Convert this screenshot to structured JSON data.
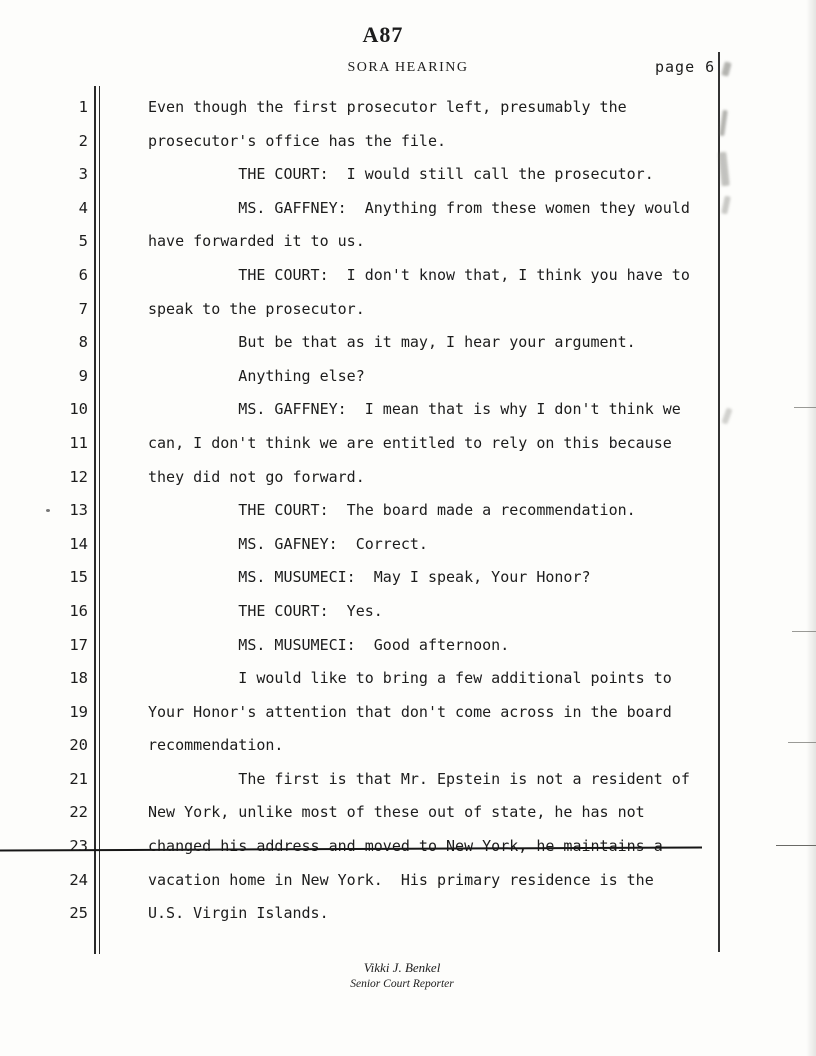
{
  "header": {
    "exhibit_label": "A87",
    "title": "SORA HEARING",
    "page_label": "page 6"
  },
  "transcript": {
    "lines": [
      {
        "num": "1",
        "text": "Even though the first prosecutor left, presumably the"
      },
      {
        "num": "2",
        "text": "prosecutor's office has the file."
      },
      {
        "num": "3",
        "text": "          THE COURT:  I would still call the prosecutor."
      },
      {
        "num": "4",
        "text": "          MS. GAFFNEY:  Anything from these women they would"
      },
      {
        "num": "5",
        "text": "have forwarded it to us."
      },
      {
        "num": "6",
        "text": "          THE COURT:  I don't know that, I think you have to"
      },
      {
        "num": "7",
        "text": "speak to the prosecutor."
      },
      {
        "num": "8",
        "text": "          But be that as it may, I hear your argument."
      },
      {
        "num": "9",
        "text": "          Anything else?"
      },
      {
        "num": "10",
        "text": "          MS. GAFFNEY:  I mean that is why I don't think we"
      },
      {
        "num": "11",
        "text": "can, I don't think we are entitled to rely on this because"
      },
      {
        "num": "12",
        "text": "they did not go forward."
      },
      {
        "num": "13",
        "text": "          THE COURT:  The board made a recommendation."
      },
      {
        "num": "14",
        "text": "          MS. GAFNEY:  Correct."
      },
      {
        "num": "15",
        "text": "          MS. MUSUMECI:  May I speak, Your Honor?"
      },
      {
        "num": "16",
        "text": "          THE COURT:  Yes."
      },
      {
        "num": "17",
        "text": "          MS. MUSUMECI:  Good afternoon."
      },
      {
        "num": "18",
        "text": "          I would like to bring a few additional points to"
      },
      {
        "num": "19",
        "text": "Your Honor's attention that don't come across in the board"
      },
      {
        "num": "20",
        "text": "recommendation."
      },
      {
        "num": "21",
        "text": "          The first is that Mr. Epstein is not a resident of"
      },
      {
        "num": "22",
        "text": "New York, unlike most of these out of state, he has not"
      },
      {
        "num": "23",
        "text": "changed his address and moved to New York, he maintains a"
      },
      {
        "num": "24",
        "text": "vacation home in New York.  His primary residence is the"
      },
      {
        "num": "25",
        "text": "U.S. Virgin Islands."
      }
    ]
  },
  "footer": {
    "reporter_name": "Vikki J. Benkel",
    "reporter_title": "Senior Court Reporter"
  }
}
